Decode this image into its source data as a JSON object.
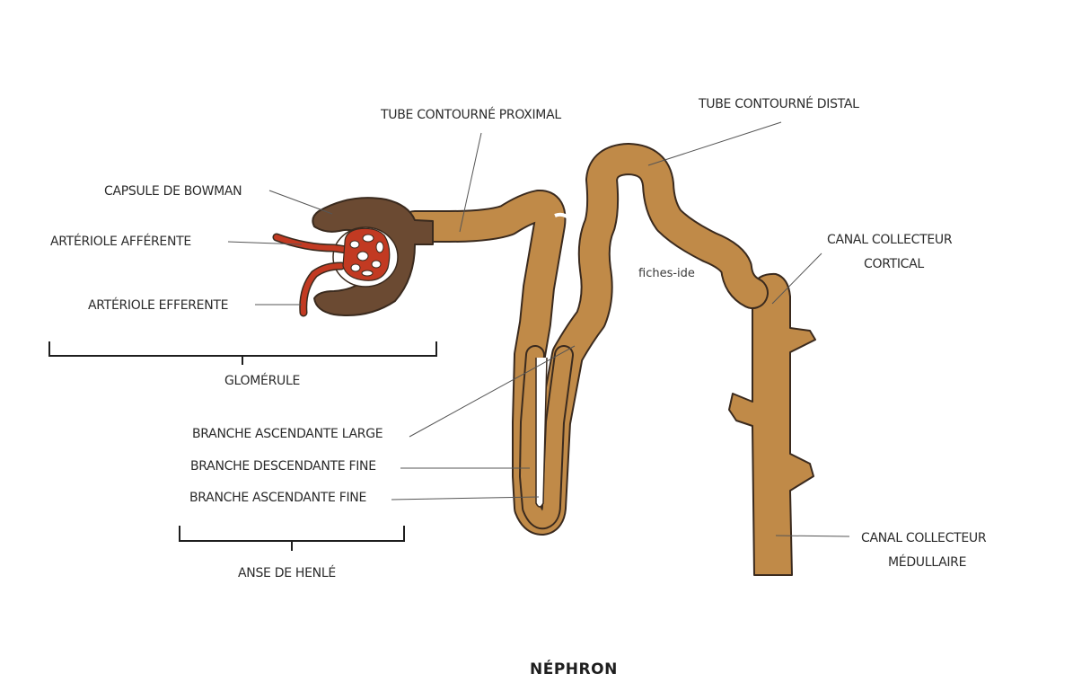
{
  "title": "NÉPHRON",
  "watermark": "fiches-ide",
  "labels": {
    "capsule_bowman": "CAPSULE DE BOWMAN",
    "arteriole_afferente": "ARTÉRIOLE AFFÉRENTE",
    "arteriole_efferente": "ARTÉRIOLE EFFERENTE",
    "glomerule": "GLOMÉRULE",
    "tube_proximal": "TUBE CONTOURNÉ PROXIMAL",
    "tube_distal": "TUBE CONTOURNÉ DISTAL",
    "canal_cortical_1": "CANAL COLLECTEUR",
    "canal_cortical_2": "CORTICAL",
    "branche_asc_large": "BRANCHE ASCENDANTE LARGE",
    "branche_desc_fine": "BRANCHE DESCENDANTE FINE",
    "branche_asc_fine": "BRANCHE ASCENDANTE FINE",
    "anse_henle": "ANSE DE HENLÉ",
    "canal_medullaire_1": "CANAL COLLECTEUR",
    "canal_medullaire_2": "MÉDULLAIRE"
  },
  "colors": {
    "tubule": "#c08a48",
    "capsule": "#6b4a32",
    "arteriole": "#c23a22",
    "outline": "#3a2a1e",
    "leader": "#555555"
  }
}
